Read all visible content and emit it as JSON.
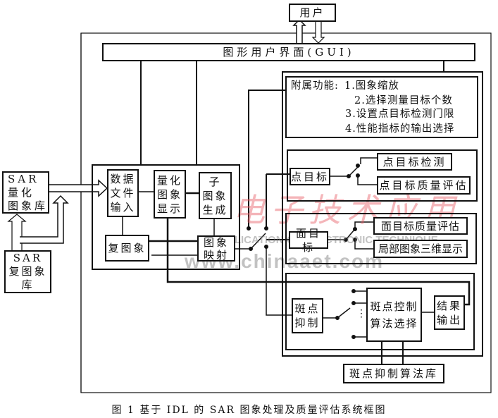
{
  "user": "用户",
  "gui": "图形用户界面(GUI)",
  "left": {
    "sar_quant_lib": "SAR\n量化\n图象库",
    "sar_complex_lib": "SAR\n复图象\n库"
  },
  "middle": {
    "data_input": "数据\n文件\n输入",
    "quant_display": "量化\n图象\n显示",
    "sub_image": "子\n图象\n生成",
    "complex_image": "复图象",
    "image_mapping": "图象\n映射"
  },
  "aux": {
    "label": "附属功能:",
    "items": [
      "1.图象缩放",
      "2.选择测量目标个数",
      "3.设置点目标检测门限",
      "4.性能指标的输出选择"
    ]
  },
  "point": {
    "label": "点目标",
    "detect": "点目标检测",
    "quality": "点目标质量评估"
  },
  "area": {
    "label": "面目标",
    "quality": "面目标质量评估",
    "display3d": "局部图象三维显示"
  },
  "speckle": {
    "label": "斑点\n抑制",
    "algo_select": "斑点控制\n算法选择",
    "result_output": "结果\n输出",
    "dots": "⋮",
    "library": "斑点抑制算法库"
  },
  "caption": "图 1  基于 IDL 的 SAR 图象处理及质量评估系统框图",
  "watermark": {
    "cn": "电子技术应用",
    "en": "APPLICATION OF ELECTRONIC TECHNIQUE",
    "url": "www.chinaaet.com"
  }
}
